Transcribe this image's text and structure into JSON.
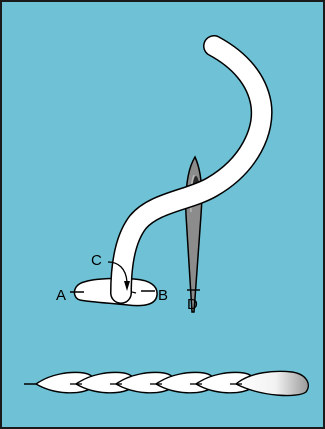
{
  "colors": {
    "background": "#6fc2d6",
    "border": "#1a1a1a",
    "thread_fill": "#ffffff",
    "thread_outline": "#000000",
    "needle_fill": "#8c8c8c",
    "needle_highlight": "#b8b8b8",
    "stitch_shade": "#bdbdbd"
  },
  "labels": {
    "a": "A",
    "b": "B",
    "c": "C",
    "d": "D"
  },
  "icons": {
    "needle": "sewing-needle-icon",
    "thread": "thread-strand",
    "stitch_row": "lazy-daisy-chain-stitch-row"
  }
}
